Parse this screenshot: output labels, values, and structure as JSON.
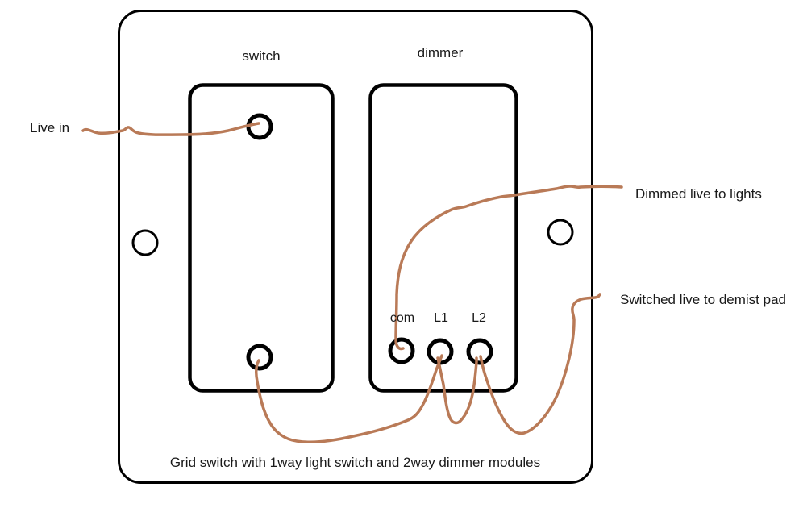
{
  "diagram": {
    "labels": {
      "live_in": "Live in",
      "switch_module": "switch",
      "dimmer_module": "dimmer",
      "dimmed_live": "Dimmed live to lights",
      "switched_live": "Switched live to demist pad",
      "caption": "Grid switch with 1way light switch and 2way dimmer modules"
    },
    "terminals": {
      "com": "com",
      "l1": "L1",
      "l2": "L2"
    },
    "colors": {
      "wire": "#b97a57",
      "outline": "#000000",
      "background": "#ffffff"
    }
  }
}
